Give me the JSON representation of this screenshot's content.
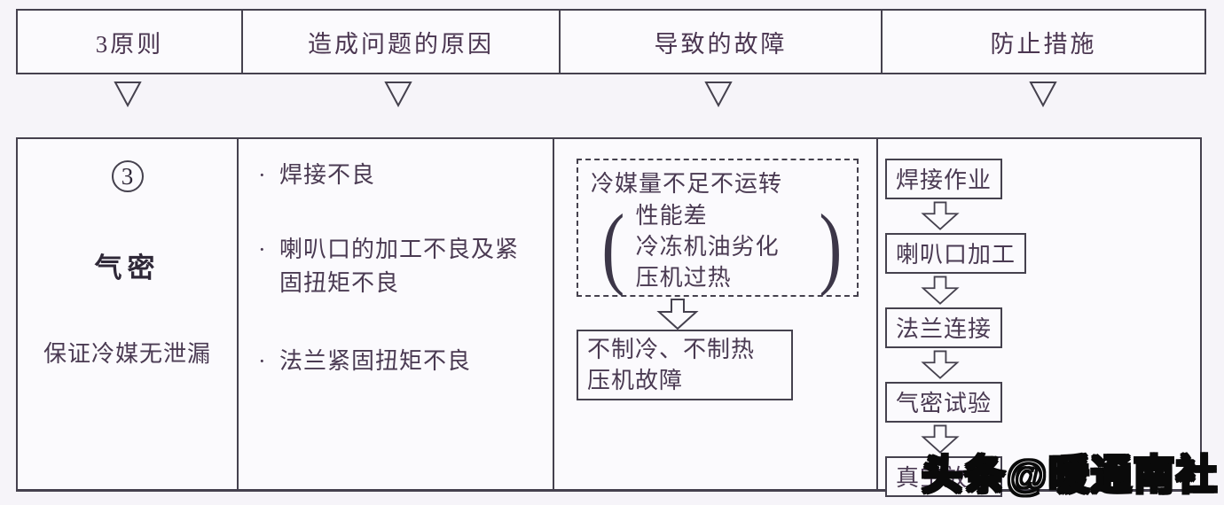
{
  "colors": {
    "background": "#f6f4f9",
    "line": "#45414e",
    "text": "#4a3a52",
    "watermark_fill": "#ffffff",
    "watermark_outline": "#0a0a0a"
  },
  "header": {
    "columns": [
      "3原则",
      "造成问题的原因",
      "导致的故障",
      "防止措施"
    ]
  },
  "symbols": {
    "bullet": "·",
    "bracket_left": "(",
    "bracket_right": ")"
  },
  "row": {
    "principle": {
      "number": "3",
      "name": "气密",
      "description": "保证冷媒无泄漏"
    },
    "causes": [
      "焊接不良",
      "喇叭口的加工不良及紧固扭矩不良",
      "法兰紧固扭矩不良"
    ],
    "faults": {
      "condition": "冷媒量不足不运转",
      "sub_conditions": [
        "性能差",
        "冷冻机油劣化",
        "压机过热"
      ],
      "result_lines": [
        "不制冷、不制热",
        "压机故障"
      ]
    },
    "measures": [
      "焊接作业",
      "喇叭口加工",
      "法兰连接",
      "气密试验",
      "真空放置"
    ]
  },
  "watermark": "头条@暖通南社"
}
